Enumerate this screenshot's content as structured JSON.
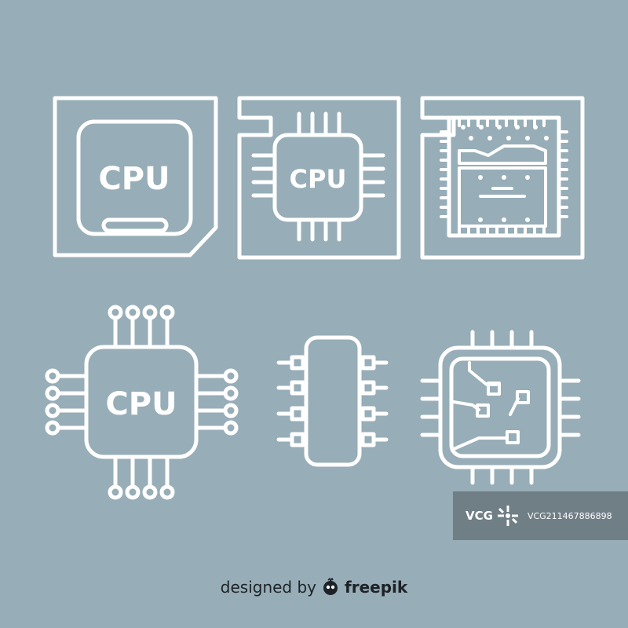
{
  "icons": {
    "cpu_label_1": "CPU",
    "cpu_label_2": "CPU",
    "cpu_label_3": "CPU"
  },
  "watermark": {
    "logo_text": "VCG",
    "id_text": "VCG211467886898"
  },
  "credit": {
    "prefix": "designed by",
    "brand": "freepik"
  },
  "colors": {
    "background": "#97adb7",
    "line": "#ffffff",
    "credit_text": "#1d2227"
  }
}
